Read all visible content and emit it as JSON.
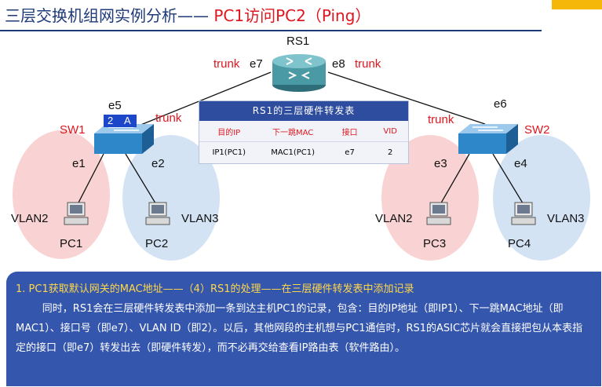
{
  "title": {
    "prefix": "三层交换机组网实例分析—— ",
    "highlight": "PC1访问PC2（Ping）"
  },
  "network": {
    "rs1": {
      "name": "RS1",
      "left_port": "e7",
      "right_port": "e8",
      "left_trunk": "trunk",
      "right_trunk": "trunk"
    },
    "sw1": {
      "name": "SW1",
      "uplink_port": "e5",
      "uplink_trunk": "trunk",
      "port_a": "e1",
      "port_b": "e2",
      "badge_num": "2",
      "badge_letter": "A"
    },
    "sw2": {
      "name": "SW2",
      "uplink_port": "e6",
      "uplink_trunk": "trunk",
      "port_a": "e3",
      "port_b": "e4"
    },
    "hosts": [
      {
        "name": "PC1",
        "vlan": "VLAN2"
      },
      {
        "name": "PC2",
        "vlan": "VLAN3"
      },
      {
        "name": "PC3",
        "vlan": "VLAN2"
      },
      {
        "name": "PC4",
        "vlan": "VLAN3"
      }
    ],
    "colors": {
      "vlan2": "#f9d3d3",
      "vlan3": "#d3e3f4",
      "switch": "#2e87c9",
      "router": "#4a9aa5"
    }
  },
  "table": {
    "title": "RS1的三层硬件转发表",
    "headers": [
      "目的IP",
      "下一跳MAC",
      "接口",
      "VID"
    ],
    "rows": [
      [
        "IP1(PC1)",
        "MAC1(PC1)",
        "e7",
        "2"
      ]
    ]
  },
  "info": {
    "line1": "1.  PC1获取默认网关的MAC地址——（4）RS1的处理——在三层硬件转发表中添加记录",
    "body": "同时，RS1会在三层硬件转发表中添加一条到达主机PC1的记录，包含：目的IP地址（即IP1）、下一跳MAC地址（即MAC1）、接口号（即e7）、VLAN ID（即2）。以后，其他网段的主机想与PC1通信时，RS1的ASIC芯片就会直接把包从本表指定的接口（即e7）转发出去（即硬件转发），而不必再交给查看IP路由表（软件路由）。"
  }
}
